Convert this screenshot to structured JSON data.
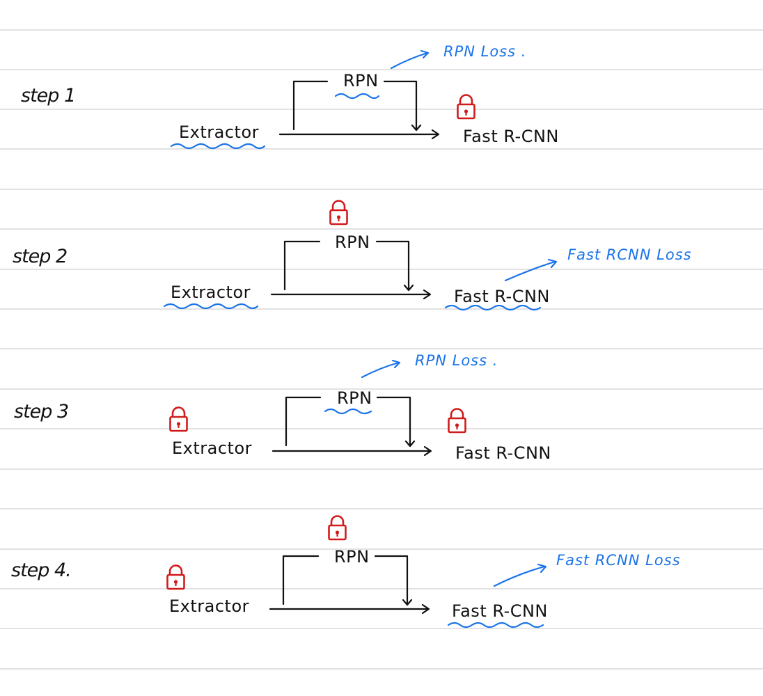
{
  "steps": [
    {
      "label": "step 1",
      "rpn": "RPN",
      "extractor": "Extractor",
      "head": "Fast R-CNN",
      "loss": "RPN Loss .",
      "loss_color": "#1a73e8"
    },
    {
      "label": "step 2",
      "rpn": "RPN",
      "extractor": "Extractor",
      "head": "Fast R-CNN",
      "loss": "Fast RCNN Loss",
      "loss_color": "#1a73e8"
    },
    {
      "label": "step 3",
      "rpn": "RPN",
      "extractor": "Extractor",
      "head": "Fast R-CNN",
      "loss": "RPN Loss .",
      "loss_color": "#1a73e8"
    },
    {
      "label": "step 4.",
      "rpn": "RPN",
      "extractor": "Extractor",
      "head": "Fast R-CNN",
      "loss": "Fast RCNN Loss",
      "loss_color": "#1a73e8"
    }
  ],
  "colors": {
    "ink": "#111111",
    "loss": "#1a73e8",
    "lock": "#d11b1b",
    "ruled_line": "#d9d9d9"
  },
  "icons": {
    "lock": "padlock-icon"
  }
}
